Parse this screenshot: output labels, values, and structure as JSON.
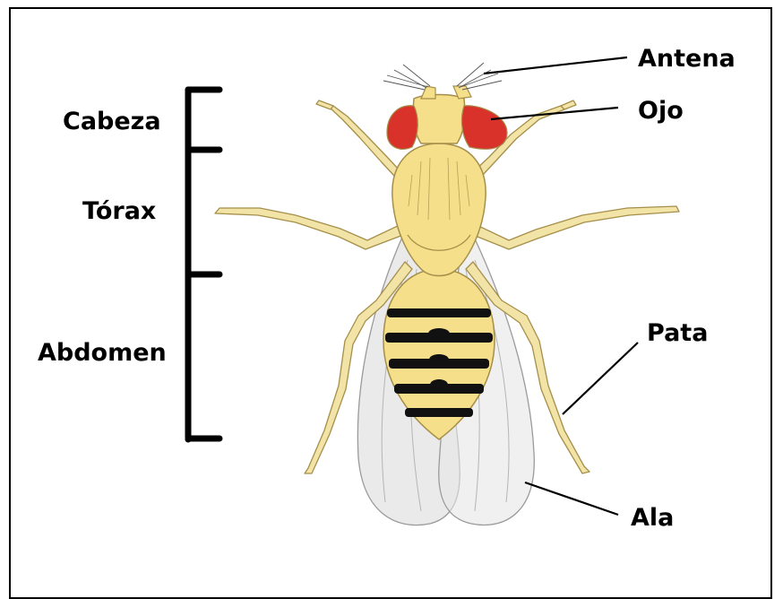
{
  "labels": {
    "cabeza": "Cabeza",
    "torax": "Tórax",
    "abdomen": "Abdomen",
    "antena": "Antena",
    "ojo": "Ojo",
    "pata": "Pata",
    "ala": "Ala"
  },
  "colors": {
    "body": "#f5df8a",
    "leg": "#f2e3a6",
    "outline": "#a58f4a",
    "eye": "#d9322b",
    "stripe": "#111111",
    "wing_fill": "#dcdcdc",
    "wing_edge": "#9a9a9a"
  }
}
